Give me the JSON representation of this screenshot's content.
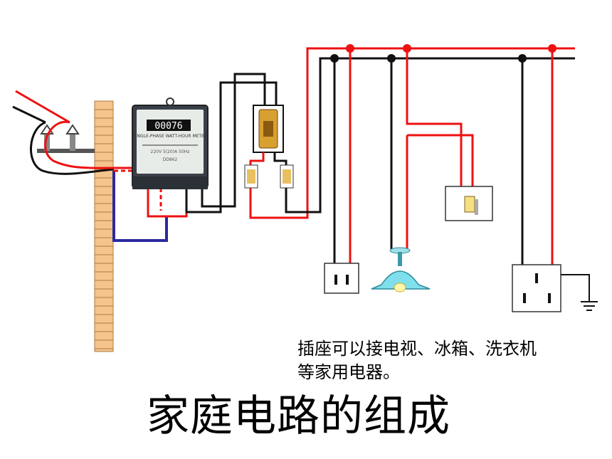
{
  "title": "家庭电路的组成",
  "caption": {
    "line1": "插座可以接电视、冰箱、洗衣机",
    "line2": "等家用电器。"
  },
  "meter": {
    "reading": "00076",
    "label": "SINGLE-PHASE WATT-HOUR METER",
    "brand": "DD862",
    "spec": "220V 5(20)A 50Hz"
  },
  "colors": {
    "live_wire": "#ee1111",
    "neutral_wire": "#111111",
    "ground_wire": "#2a2aa0",
    "wall_brick": "#f4c48c"
  }
}
